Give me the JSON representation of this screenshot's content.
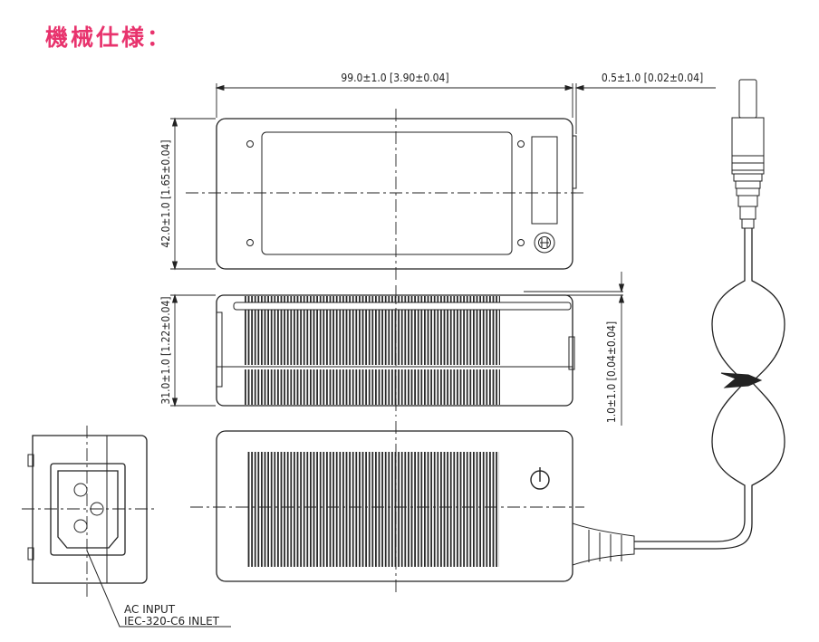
{
  "title": "機械仕様：",
  "dimensions": {
    "length": "99.0±1.0 [3.90±0.04]",
    "plug_offset": "0.5±1.0 [0.02±0.04]",
    "width": "42.0±1.0 [1.65±0.04]",
    "height": "31.0±1.0 [1.22±0.04]",
    "step": "1.0±1.0 [0.04±0.04]"
  },
  "labels": {
    "ac_input": "AC INPUT",
    "inlet": "IEC-320-C6 INLET"
  },
  "colors": {
    "title": "#e8336d",
    "line": "#222222"
  }
}
